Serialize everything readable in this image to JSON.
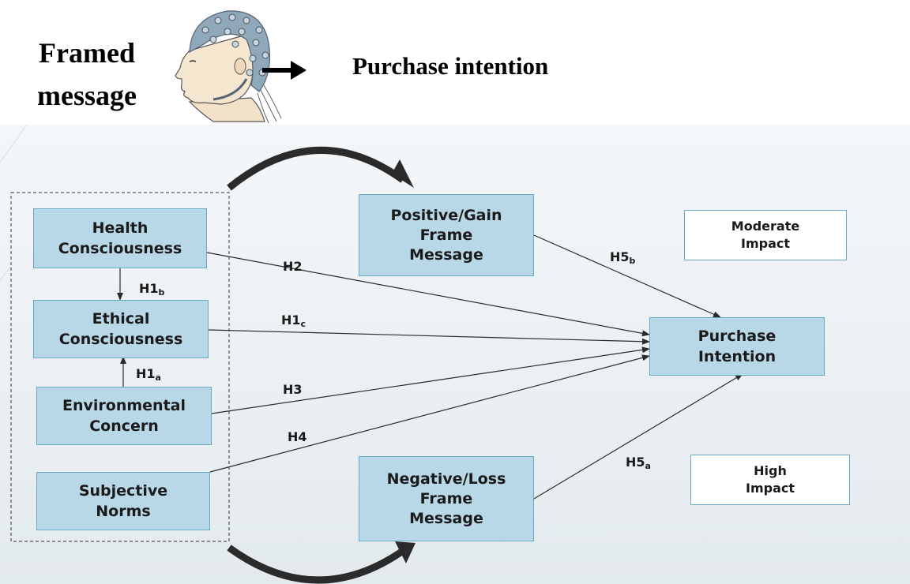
{
  "header": {
    "framed_message": "Framed\nmessage",
    "purchase_intention": "Purchase intention"
  },
  "boxes": {
    "health": "Health\nConsciousness",
    "ethical": "Ethical\nConsciousness",
    "environmental": "Environmental\nConcern",
    "subjective": "Subjective\nNorms",
    "positive": "Positive/Gain\nFrame\nMessage",
    "negative": "Negative/Loss\nFrame\nMessage",
    "purchase": "Purchase\nIntention",
    "moderate": "Moderate\nImpact",
    "high": "High\nImpact"
  },
  "hypotheses": {
    "h1b": {
      "main": "H1",
      "sub": "b"
    },
    "h1a": {
      "main": "H1",
      "sub": "a"
    },
    "h1c": {
      "main": "H1",
      "sub": "c"
    },
    "h2": "H2",
    "h3": "H3",
    "h4": "H4",
    "h5b": {
      "main": "H5",
      "sub": "b"
    },
    "h5a": {
      "main": "H5",
      "sub": "a"
    }
  },
  "colors": {
    "box_fill": "#b8d8e8",
    "box_border": "#6aa8c4",
    "arrow": "#2b2b2b",
    "background": "#e8eef1"
  },
  "icons": [
    "eeg-cap-head-icon",
    "right-arrow-icon",
    "curved-arrow-icon"
  ]
}
